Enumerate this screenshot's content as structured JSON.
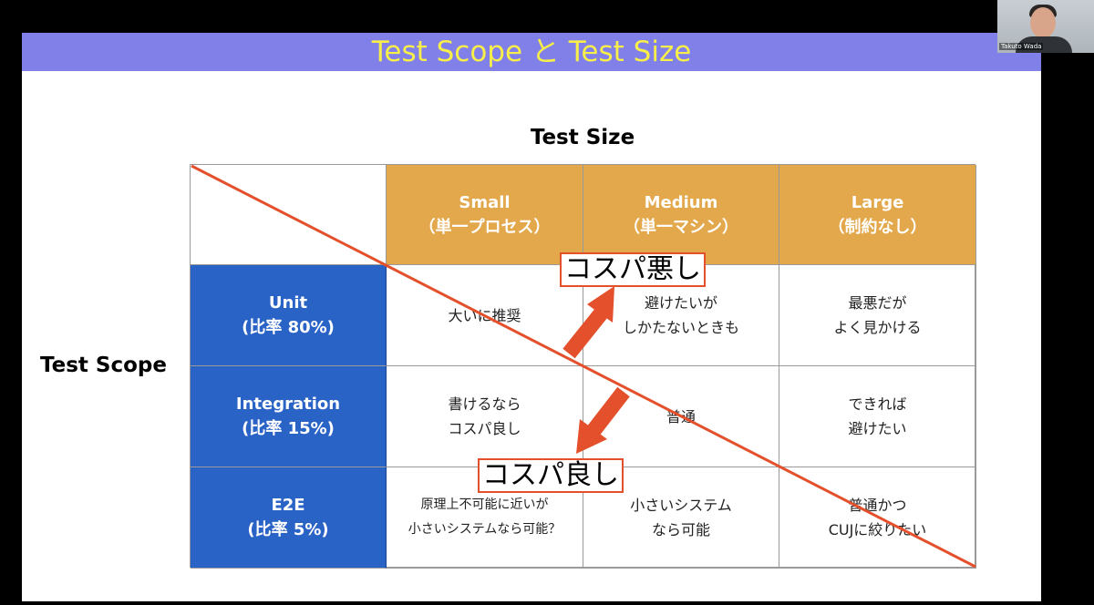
{
  "slide": {
    "title": "Test Scope と Test Size",
    "size_heading": "Test Size",
    "scope_heading": "Test Scope"
  },
  "table": {
    "columns": [
      {
        "name": "Small",
        "sub": "（単一プロセス）"
      },
      {
        "name": "Medium",
        "sub": "（単一マシン）"
      },
      {
        "name": "Large",
        "sub": "（制約なし）"
      }
    ],
    "rows": [
      {
        "name": "Unit",
        "ratio": "(比率 80%)",
        "cells": [
          [
            "大いに推奨"
          ],
          [
            "避けたいが",
            "しかたないときも"
          ],
          [
            "最悪だが",
            "よく見かける"
          ]
        ]
      },
      {
        "name": "Integration",
        "ratio": "(比率 15%)",
        "cells": [
          [
            "書けるなら",
            "コスパ良し"
          ],
          [
            "普通"
          ],
          [
            "できれば",
            "避けたい"
          ]
        ]
      },
      {
        "name": "E2E",
        "ratio": "(比率 5%)",
        "cells": [
          [
            "原理上不可能に近いが",
            "小さいシステムなら可能？"
          ],
          [
            "小さいシステム",
            "なら可能"
          ],
          [
            "普通かつ",
            "CUJに絞りたい"
          ]
        ]
      }
    ]
  },
  "callouts": {
    "bad": "コスパ悪し",
    "good": "コスパ良し"
  },
  "webcam": {
    "name": "Takuto Wada"
  },
  "colors": {
    "title_bar": "#8080e8",
    "title_text": "#f7ee4a",
    "header_fill": "#e3a84b",
    "row_fill": "#2a63c6",
    "accent_red": "#e4502b"
  }
}
